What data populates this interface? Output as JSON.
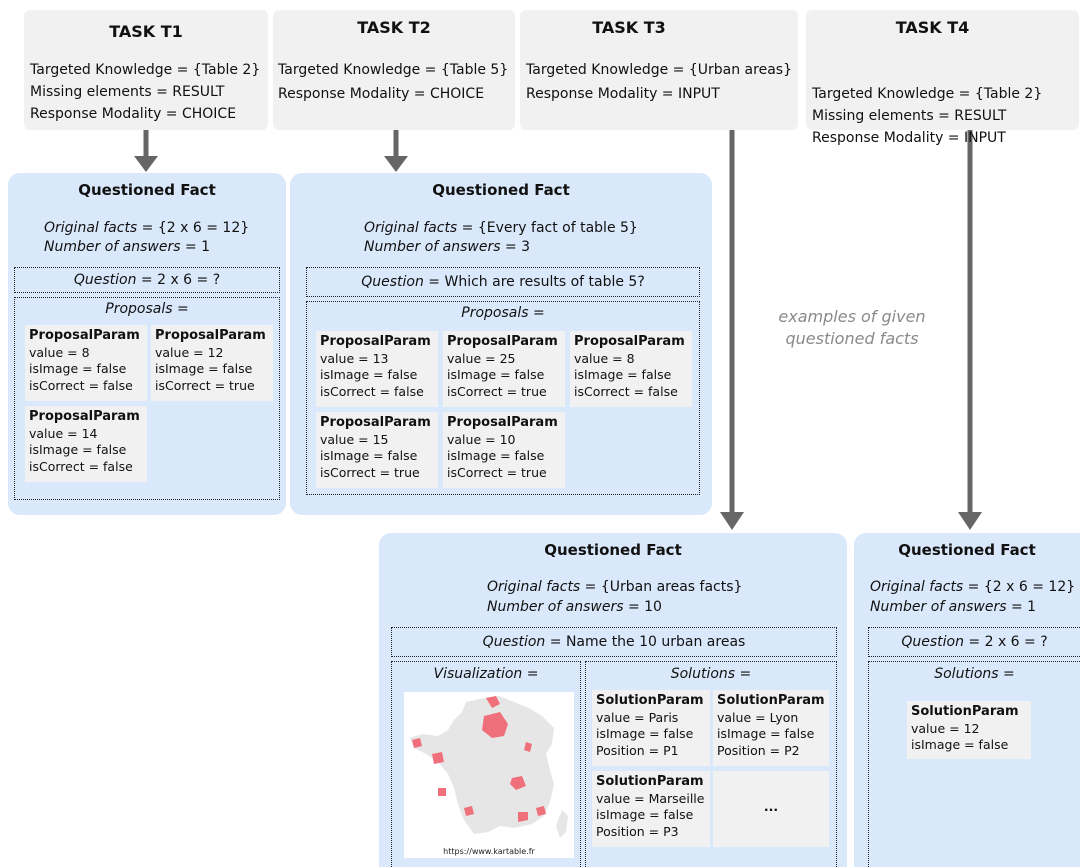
{
  "tasks": [
    {
      "title": "TASK T1",
      "lines": [
        "Targeted Knowledge = {Table 2}",
        "Missing elements = RESULT",
        "Response Modality = CHOICE"
      ]
    },
    {
      "title": "TASK T2",
      "lines": [
        "Targeted Knowledge = {Table 5}",
        "Response Modality = CHOICE"
      ]
    },
    {
      "title": "TASK T3",
      "lines": [
        "Targeted Knowledge = {Urban areas}",
        "Response Modality = INPUT"
      ]
    },
    {
      "title": "TASK T4",
      "lines": [
        "Targeted Knowledge = {Table 2}",
        "Missing elements = RESULT",
        "Response Modality = INPUT"
      ]
    }
  ],
  "labels": {
    "questioned_fact": "Questioned Fact",
    "original_facts": "Original facts",
    "number_of_answers": "Number of answers",
    "question": "Question",
    "proposals": "Proposals =",
    "solutions": "Solutions =",
    "visualization": "Visualization =",
    "eq": " = ",
    "proposal_param": "ProposalParam",
    "solution_param": "SolutionParam",
    "ellipsis": "..."
  },
  "note": "examples of given questioned facts",
  "qf1": {
    "original_facts": "{2 x 6 = 12}",
    "number_of_answers": "1",
    "question": "2 x 6 = ?",
    "proposals": [
      {
        "value": "value = 8",
        "isImage": "isImage = false",
        "isCorrect": "isCorrect = false"
      },
      {
        "value": "value = 12",
        "isImage": "isImage = false",
        "isCorrect": "isCorrect = true"
      },
      {
        "value": "value = 14",
        "isImage": "isImage = false",
        "isCorrect": "isCorrect = false"
      }
    ]
  },
  "qf2": {
    "original_facts": "{Every fact of table 5}",
    "number_of_answers": "3",
    "question": "Which are results of table 5?",
    "proposals": [
      {
        "value": "value = 13",
        "isImage": "isImage = false",
        "isCorrect": "isCorrect = false"
      },
      {
        "value": "value = 25",
        "isImage": "isImage = false",
        "isCorrect": "isCorrect = true"
      },
      {
        "value": "value = 8",
        "isImage": "isImage = false",
        "isCorrect": "isCorrect = false"
      },
      {
        "value": "value = 15",
        "isImage": "isImage = false",
        "isCorrect": "isCorrect = true"
      },
      {
        "value": "value = 10",
        "isImage": "isImage = false",
        "isCorrect": "isCorrect = true"
      }
    ]
  },
  "qf3": {
    "original_facts": "{Urban areas facts}",
    "number_of_answers": "10",
    "question": "Name the 10 urban areas",
    "map_caption": "https://www.kartable.fr",
    "solutions": [
      {
        "value": "value = Paris",
        "isImage": "isImage = false",
        "position": "Position = P1"
      },
      {
        "value": "value = Lyon",
        "isImage": "isImage = false",
        "position": "Position = P2"
      },
      {
        "value": "value = Marseille",
        "isImage": "isImage = false",
        "position": "Position = P3"
      }
    ]
  },
  "qf4": {
    "original_facts": "{2 x 6 = 12}",
    "number_of_answers": "1",
    "question": "2 x 6 = ?",
    "solutions": [
      {
        "value": "value = 12",
        "isImage": "isImage = false"
      }
    ]
  },
  "colors": {
    "task_bg": "#f1f1f1",
    "qf_bg": "#dae8fb",
    "arrow": "#666666",
    "map_land": "#e6e6e6",
    "map_highlight": "#ef6f7a",
    "note_text": "#8a8a8a"
  }
}
